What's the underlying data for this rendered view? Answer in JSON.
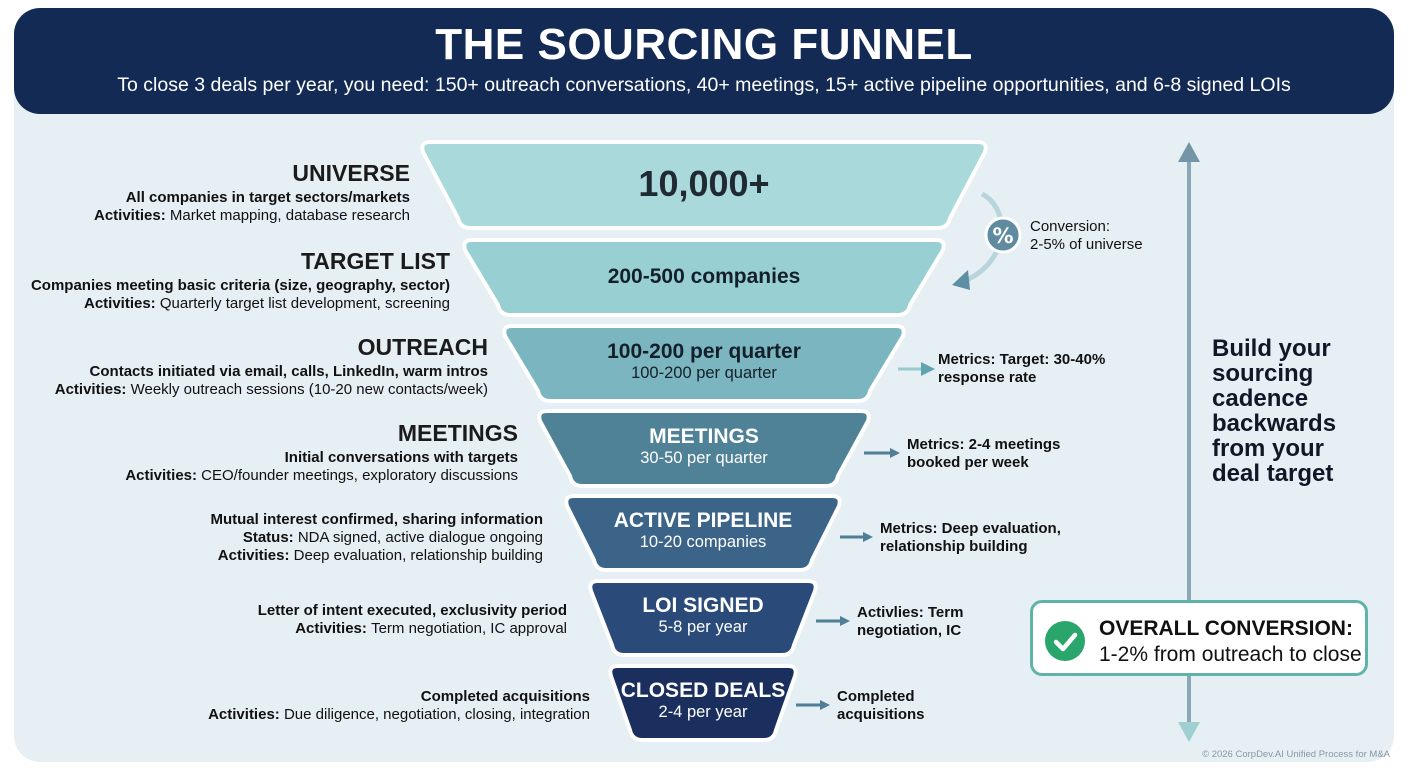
{
  "header": {
    "title": "THE SOURCING FUNNEL",
    "subtitle": "To close 3 deals per year, you need: 150+ outreach conversations, 40+ meetings, 15+ active pipeline opportunities, and 6-8 signed LOIs"
  },
  "stages": [
    {
      "main": "10,000+",
      "sub": "",
      "fill": "#a9d9da",
      "text_color": "#1f2a33",
      "left_title": "UNIVERSE",
      "left_lines": [
        {
          "label": "",
          "text": "All companies in target sectors/markets",
          "bold": true
        },
        {
          "label": "Activities:",
          "text": "Market mapping, database research",
          "bold": false
        }
      ],
      "right_note": ""
    },
    {
      "main": "200-500 companies",
      "sub": "",
      "fill": "#98cfd2",
      "text_color": "#13202b",
      "left_title": "TARGET LIST",
      "left_lines": [
        {
          "label": "",
          "text": "Companies meeting basic criteria (size, geography, sector)",
          "bold": true
        },
        {
          "label": "Activities:",
          "text": "Quarterly target list development, screening",
          "bold": false
        }
      ],
      "right_note": ""
    },
    {
      "main": "100-200 per quarter",
      "sub": "100-200 per quarter",
      "fill": "#7bb6c0",
      "text_color": "#13202b",
      "left_title": "OUTREACH",
      "left_lines": [
        {
          "label": "",
          "text": "Contacts initiated via email, calls, LinkedIn, warm intros",
          "bold": true
        },
        {
          "label": "Activities:",
          "text": "Weekly outreach sessions (10-20 new contacts/week)",
          "bold": false
        }
      ],
      "right_note": "Metrics: Target: 30-40%\nresponse rate"
    },
    {
      "main": "MEETINGS",
      "sub": "30-50 per quarter",
      "fill": "#4f8197",
      "text_color": "#ffffff",
      "left_title": "MEETINGS",
      "left_lines": [
        {
          "label": "",
          "text": "Initial conversations with targets",
          "bold": true
        },
        {
          "label": "Activities:",
          "text": "CEO/founder meetings, exploratory discussions",
          "bold": false
        }
      ],
      "right_note": "Metrics: 2-4 meetings\nbooked per week"
    },
    {
      "main": "ACTIVE PIPELINE",
      "sub": "10-20 companies",
      "fill": "#3b6488",
      "text_color": "#ffffff",
      "left_title": "",
      "left_lines": [
        {
          "label": "",
          "text": "Mutual interest confirmed, sharing information",
          "bold": true
        },
        {
          "label": "Status:",
          "text": "NDA signed, active dialogue ongoing",
          "bold": false
        },
        {
          "label": "Activities:",
          "text": "Deep evaluation, relationship building",
          "bold": false
        }
      ],
      "right_note": "Metrics: Deep evaluation,\nrelationship building"
    },
    {
      "main": "LOI SIGNED",
      "sub": "5-8 per year",
      "fill": "#2a4b7a",
      "text_color": "#ffffff",
      "left_title": "",
      "left_lines": [
        {
          "label": "",
          "text": "Letter of intent executed, exclusivity period",
          "bold": true
        },
        {
          "label": "Activities:",
          "text": "Term negotiation, IC approval",
          "bold": false
        }
      ],
      "right_note": "Activlies: Term\nnegotiation, IC"
    },
    {
      "main": "CLOSED DEALS",
      "sub": "2-4 per year",
      "fill": "#1a2f5e",
      "text_color": "#ffffff",
      "left_title": "",
      "left_lines": [
        {
          "label": "",
          "text": "Completed acquisitions",
          "bold": true
        },
        {
          "label": "Activities:",
          "text": "Due diligence, negotiation, closing, integration",
          "bold": false
        }
      ],
      "right_note": "Completed\nacquisitions"
    }
  ],
  "conversion": {
    "icon": "percent-icon",
    "line1": "Conversion:",
    "line2": "2-5% of universe"
  },
  "cadence": {
    "lines": [
      "Build your",
      "sourcing",
      "cadence",
      "backwards",
      "from your",
      "deal target"
    ]
  },
  "overall": {
    "title": "OVERALL CONVERSION:",
    "subtitle": "1-2% from outreach to close",
    "icon": "check-icon"
  },
  "footer": {
    "copyright": "© 2026 CorpDev.AI Unified Process for M&A"
  },
  "colors": {
    "header_bg": "#132a55",
    "panel_bg": "#e6eff3",
    "arrow": "#5d8ea3",
    "check_green": "#2aa56b",
    "overall_border": "#5fb3a9"
  }
}
